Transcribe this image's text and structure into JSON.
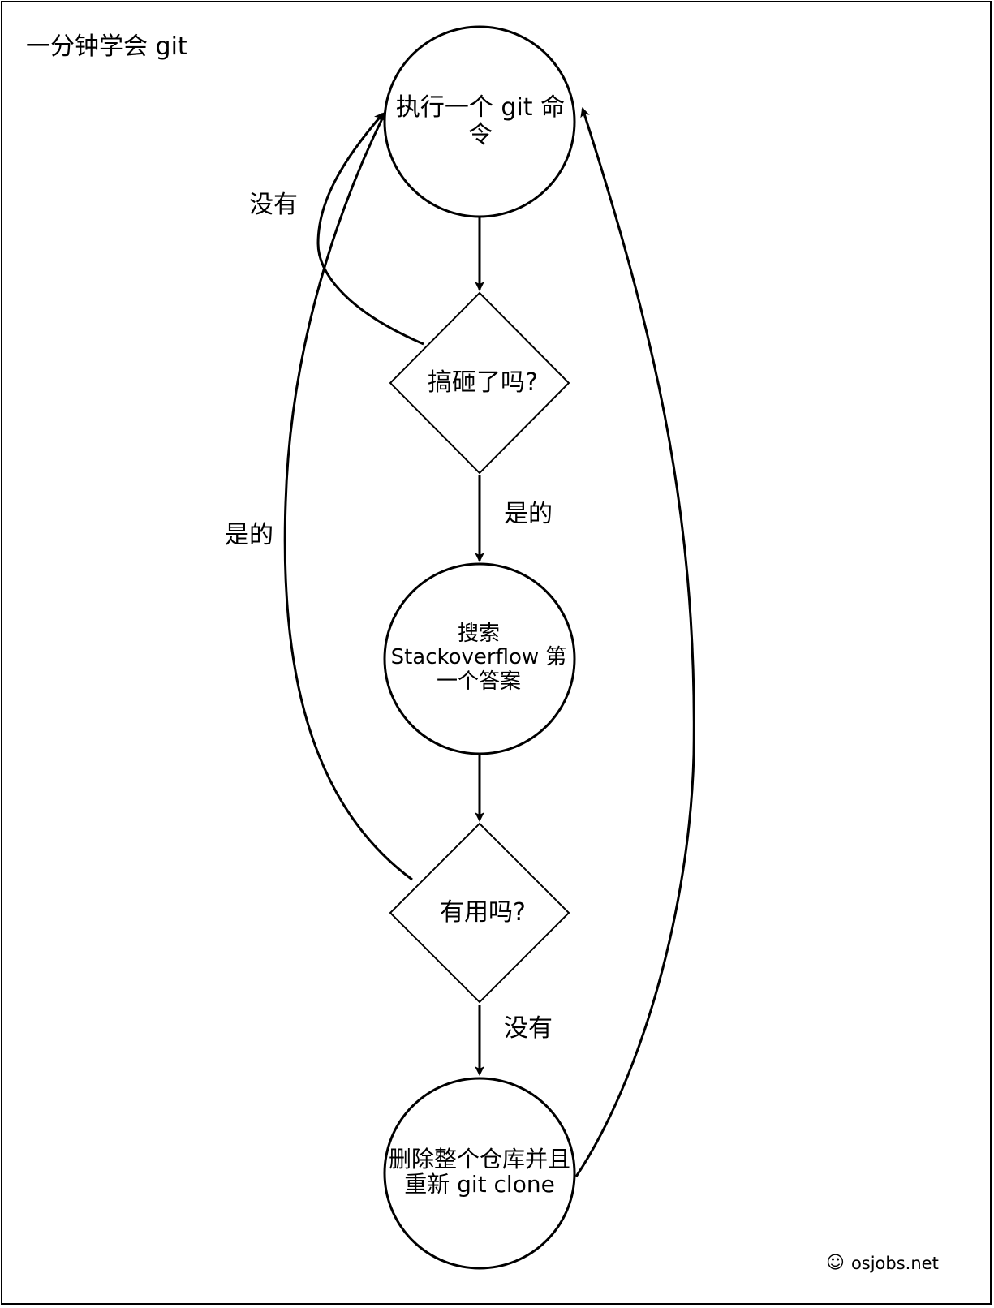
{
  "title": "一分钟学会 git",
  "nodes": {
    "execute": {
      "shape": "circle",
      "lines": [
        "执行一个 git 命",
        "令"
      ]
    },
    "broken": {
      "shape": "diamond",
      "lines": [
        "搞砸了吗?"
      ]
    },
    "search": {
      "shape": "circle",
      "lines": [
        "搜索",
        "Stackoverflow 第",
        "一个答案"
      ]
    },
    "useful": {
      "shape": "diamond",
      "lines": [
        "有用吗?"
      ]
    },
    "reclone": {
      "shape": "circle",
      "lines": [
        "删除整个仓库并且",
        "重新 git clone"
      ]
    }
  },
  "edge_labels": {
    "broken_no": "没有",
    "broken_yes": "是的",
    "useful_yes": "是的",
    "useful_no": "没有"
  },
  "footer": {
    "icon": "smiley-icon",
    "text": "osjobs.net"
  }
}
